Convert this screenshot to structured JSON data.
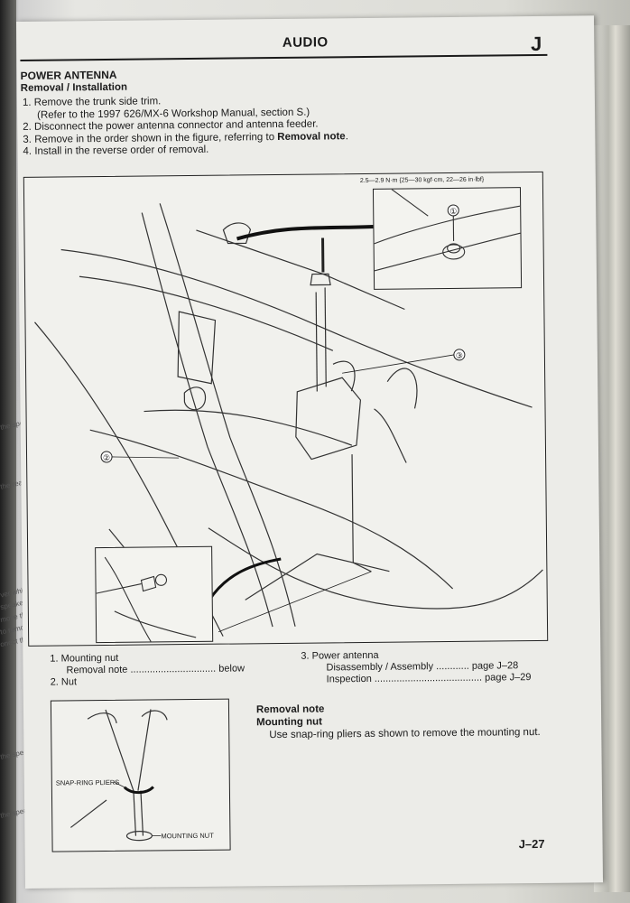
{
  "header": {
    "title": "AUDIO",
    "section_letter": "J"
  },
  "section": {
    "title": "POWER ANTENNA",
    "subtitle": "Removal / Installation",
    "steps": [
      "1. Remove the trunk side trim.",
      "(Refer to the 1997 626/MX-6 Workshop Manual, section S.)",
      "2. Disconnect the power antenna connector and antenna feeder.",
      "3. Remove in the order shown in the figure, referring to ",
      "Removal note",
      ".",
      "4. Install in the reverse order of removal."
    ]
  },
  "figure": {
    "torque_spec": "2.5—2.9 N·m {25—30 kgf·cm, 22—26 in·lbf}",
    "callouts": [
      "①",
      "②",
      "③"
    ]
  },
  "parts_list": {
    "left": [
      "1. Mounting nut",
      "Removal note ............................... below",
      "2. Nut"
    ],
    "right": [
      "3. Power antenna",
      "Disassembly / Assembly ............ page J–28",
      "Inspection ....................................... page J–29"
    ]
  },
  "note_figure": {
    "label_pliers": "SNAP-RING PLIERS",
    "label_nut": "MOUNTING NUT"
  },
  "removal_note": {
    "heading": "Removal note",
    "subheading": "Mounting nut",
    "text": "Use snap-ring pliers as shown to remove the mounting nut."
  },
  "left_bleed": [
    "the speake",
    "the rear spea",
    "ver which ha",
    "speaker an",
    "move the tr",
    "to remove",
    "onect the",
    "the speake",
    "the speake"
  ],
  "page_number": "J–27"
}
